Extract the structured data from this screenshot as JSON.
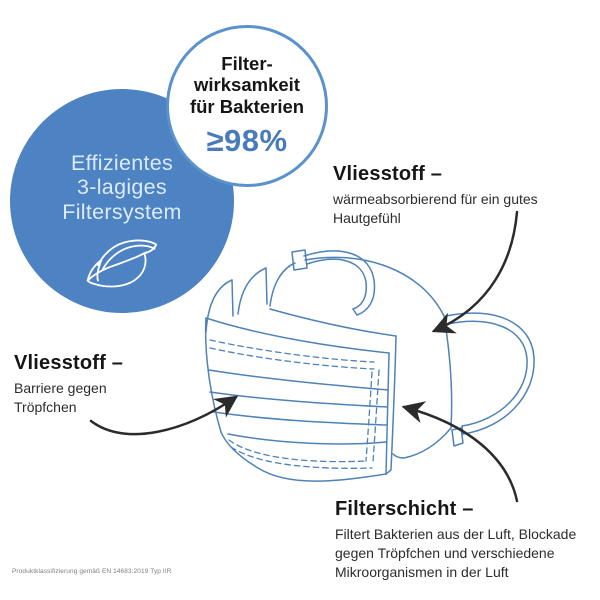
{
  "colors": {
    "brand_blue": "#4d82c3",
    "outline_blue": "#5b92cb",
    "circle_text": "#dcebf9",
    "stat_blue": "#4a7bb9",
    "mask_line": "#4e82b8",
    "arrow": "#2b2b2b"
  },
  "badge_circle": {
    "line1": "Filter-",
    "line2": "wirksamkeit",
    "line3": "für Bakterien",
    "stat": "≥98%"
  },
  "feature_circle": {
    "line1": "Effizientes",
    "line2": "3-lagiges",
    "line3": "Filtersystem",
    "icon": "layered-fabric-icon"
  },
  "labels": {
    "top_right": {
      "title": "Vliesstoff –",
      "desc_lines": [
        "wärmeabsorbierend für ein gutes",
        "Hautgefühl"
      ]
    },
    "left": {
      "title": "Vliesstoff –",
      "desc_lines": [
        "Barriere gegen",
        "Tröpfchen"
      ]
    },
    "bottom": {
      "title": "Filterschicht –",
      "desc_lines": [
        "Filtert Bakterien aus der Luft, Blockade",
        "gegen Tröpfchen und verschiedene",
        "Mikroorganismen in der Luft"
      ]
    }
  },
  "illustration": {
    "name": "3-layer-mask-exploded-drawing"
  },
  "footer": {
    "text": "Produktklassifizierung gemäß EN 14683:2019 Typ IIR"
  }
}
